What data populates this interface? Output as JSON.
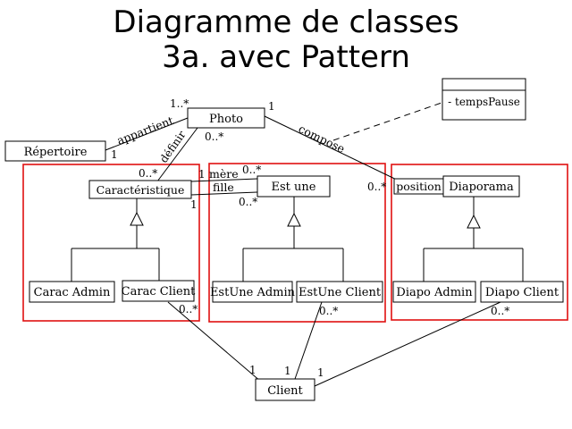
{
  "title": {
    "line1": "Diagramme de classes",
    "line2": "3a. avec Pattern"
  },
  "classes": {
    "photo": "Photo",
    "repertoire": "Répertoire",
    "caracteristique": "Caractéristique",
    "est_une": "Est une",
    "diaporama": "Diaporama",
    "position": "position",
    "note_attribute": "- tempsPause",
    "carac_admin": "Carac Admin",
    "carac_client": "Carac Client",
    "estune_admin": "EstUne Admin",
    "estune_client": "EstUne Client",
    "diapo_admin": "Diapo Admin",
    "diapo_client": "Diapo Client",
    "client": "Client"
  },
  "associations": {
    "appartient": "appartient",
    "definir": "définir",
    "compose": "compose",
    "mere": "mère",
    "fille": "fille"
  },
  "multiplicities": {
    "photo_appartient": "1..*",
    "repertoire_appartient": "1",
    "photo_definir": "0..*",
    "carac_definir": "0..*",
    "photo_compose": "1",
    "diaporama_compose": "0..*",
    "carac_mere": "1",
    "estune_mere": "0..*",
    "carac_fille": "1",
    "estune_fille": "0..*",
    "caracclient_client": "0..*",
    "estuneclient_client": "0..*",
    "diapoclient_client": "0..*",
    "client_carac": "1",
    "client_estune": "1",
    "client_diapo": "1"
  }
}
